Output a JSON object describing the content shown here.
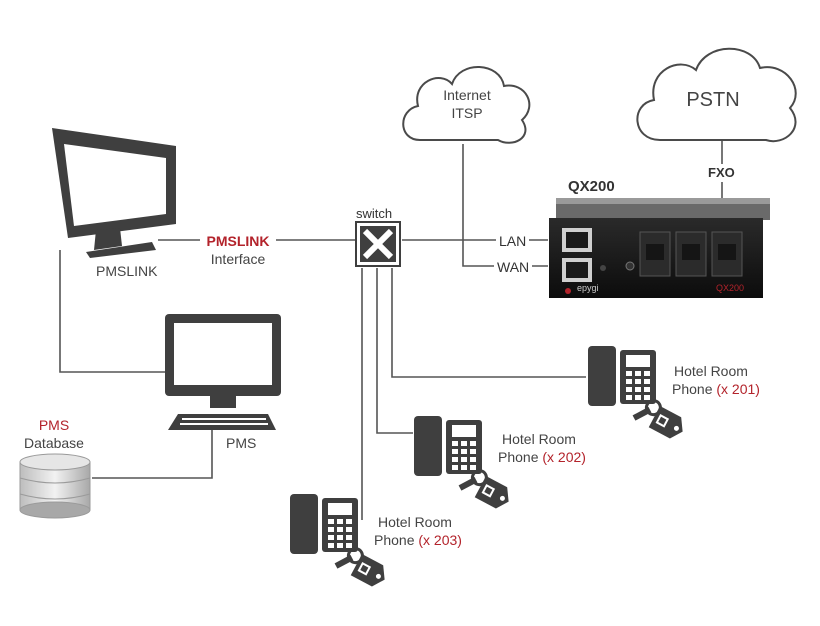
{
  "clouds": {
    "internet": {
      "line1": "Internet",
      "line2": "ITSP"
    },
    "pstn": {
      "label": "PSTN"
    }
  },
  "device": {
    "name": "QX200",
    "fxo_label": "FXO",
    "lan_label": "LAN",
    "wan_label": "WAN",
    "brand": "epygi",
    "model_tag": "QX200"
  },
  "switch": {
    "label": "switch"
  },
  "pmslink": {
    "computer_label": "PMSLINK",
    "interface_line1": "PMSLINK",
    "interface_line2": "Interface"
  },
  "pms": {
    "computer_label": "PMS",
    "db_line1": "PMS",
    "db_line2": "Database"
  },
  "phones": [
    {
      "line1": "Hotel Room",
      "line2_prefix": "Phone ",
      "ext": "(x 201)"
    },
    {
      "line1": "Hotel Room",
      "line2_prefix": "Phone ",
      "ext": "(x 202)"
    },
    {
      "line1": "Hotel Room",
      "line2_prefix": "Phone ",
      "ext": "(x 203)"
    }
  ],
  "colors": {
    "accent_red": "#b3232b",
    "line_gray": "#555555",
    "icon_dark": "#3f3f3f"
  }
}
